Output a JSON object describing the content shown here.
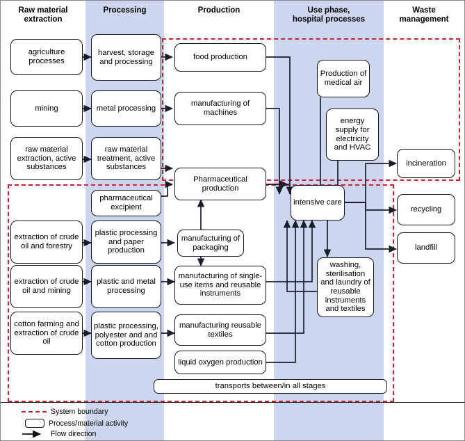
{
  "columns": [
    {
      "id": "raw-material-extraction",
      "label": "Raw material\nextraction",
      "shaded": false
    },
    {
      "id": "processing",
      "label": "Processing",
      "shaded": true
    },
    {
      "id": "production",
      "label": "Production",
      "shaded": false
    },
    {
      "id": "use-phase",
      "label": "Use phase,\nhospital processes",
      "shaded": true
    },
    {
      "id": "waste-management",
      "label": "Waste\nmanagement",
      "shaded": false
    }
  ],
  "column_labels": {
    "raw_material_extraction": "Raw material extraction",
    "processing": "Processing",
    "production": "Production",
    "use_phase": "Use phase, hospital processes",
    "waste_management": "Waste management"
  },
  "nodes": {
    "agriculture_processes": "agriculture processes",
    "mining": "mining",
    "raw_material_extraction_active": "raw material extraction, active substances",
    "extraction_crude_oil_forestry": "extraction of crude oil and forestry",
    "extraction_crude_oil_mining": "extraction of crude oil and mining",
    "cotton_farming": "cotton farming and extraction of crude oil",
    "harvest_storage": "harvest, storage and processing",
    "metal_processing": "metal processing",
    "raw_material_treatment_active": "raw material treatment, active substances",
    "pharmaceutical_excipient": "pharmaceutical excipient",
    "plastic_paper": "plastic processing and paper production",
    "plastic_metal": "plastic and metal processing",
    "plastic_polyester_cotton": "plastic processing, polyester and and cotton production",
    "food_production": "food production",
    "manufacturing_machines": "manufacturing of machines",
    "pharmaceutical_production": "Pharmaceutical production",
    "manufacturing_packaging": "manufacturing of packaging",
    "single_use_items": "manufacturing of single-use items and reusable instruments",
    "reusable_textiles": "manufacturing reusable textiles",
    "liquid_oxygen": "liquid oxygen production",
    "production_medical_air": "Production of medical air",
    "energy_supply": "energy supply for electricity and HVAC",
    "intensive_care": "intensive care",
    "washing_sterilisation": "washing, sterilisation and laundry of reusable instruments and textiles",
    "incineration": "incineration",
    "recycling": "recycling",
    "landfill": "landfill",
    "transports": "transports between/in all stages"
  },
  "legend": {
    "system_boundary": "System boundary",
    "process_material_activity": "Process/material activity",
    "flow_direction": "Flow direction"
  },
  "colors": {
    "band_shade": "#ccd6ee",
    "boundary_red": "#cf2030",
    "node_border": "#15161c",
    "arrow": "#1a1e2b",
    "node_fill": "#ffffff",
    "page_background": "#ffffff"
  }
}
